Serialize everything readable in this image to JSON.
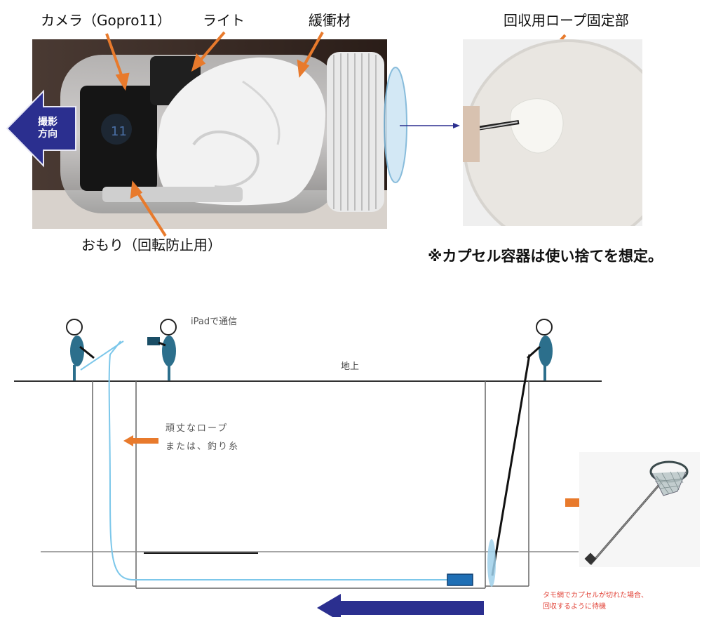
{
  "photo_section": {
    "label_camera": "カメラ（Gopro11）",
    "label_light": "ライト",
    "label_cushion": "緩衝材",
    "label_weight": "おもり（回転防止用）",
    "label_rope_fixing": "回収用ロープ固定部",
    "note": "※カプセル容器は使い捨てを想定。",
    "direction_arrow_text": "撮影\n方向",
    "camera_brand_mark": "11"
  },
  "diagram": {
    "label_ipad": "iPadで通信",
    "label_ground": "地上",
    "label_rope_line1": "頑丈なロープ",
    "label_rope_line2": "または、釣り糸",
    "label_net_line1": "タモ網でカプセルが切れた場合、",
    "label_net_line2": "回収するように待機"
  },
  "colors": {
    "arrow_blue": "#2b2f8f",
    "orange": "#e87a2c",
    "rope_blue": "#7cc7ea",
    "figure_blue": "#2c6f8c",
    "capsule_blue": "#1f6fb5",
    "red_text": "#e2453a"
  }
}
